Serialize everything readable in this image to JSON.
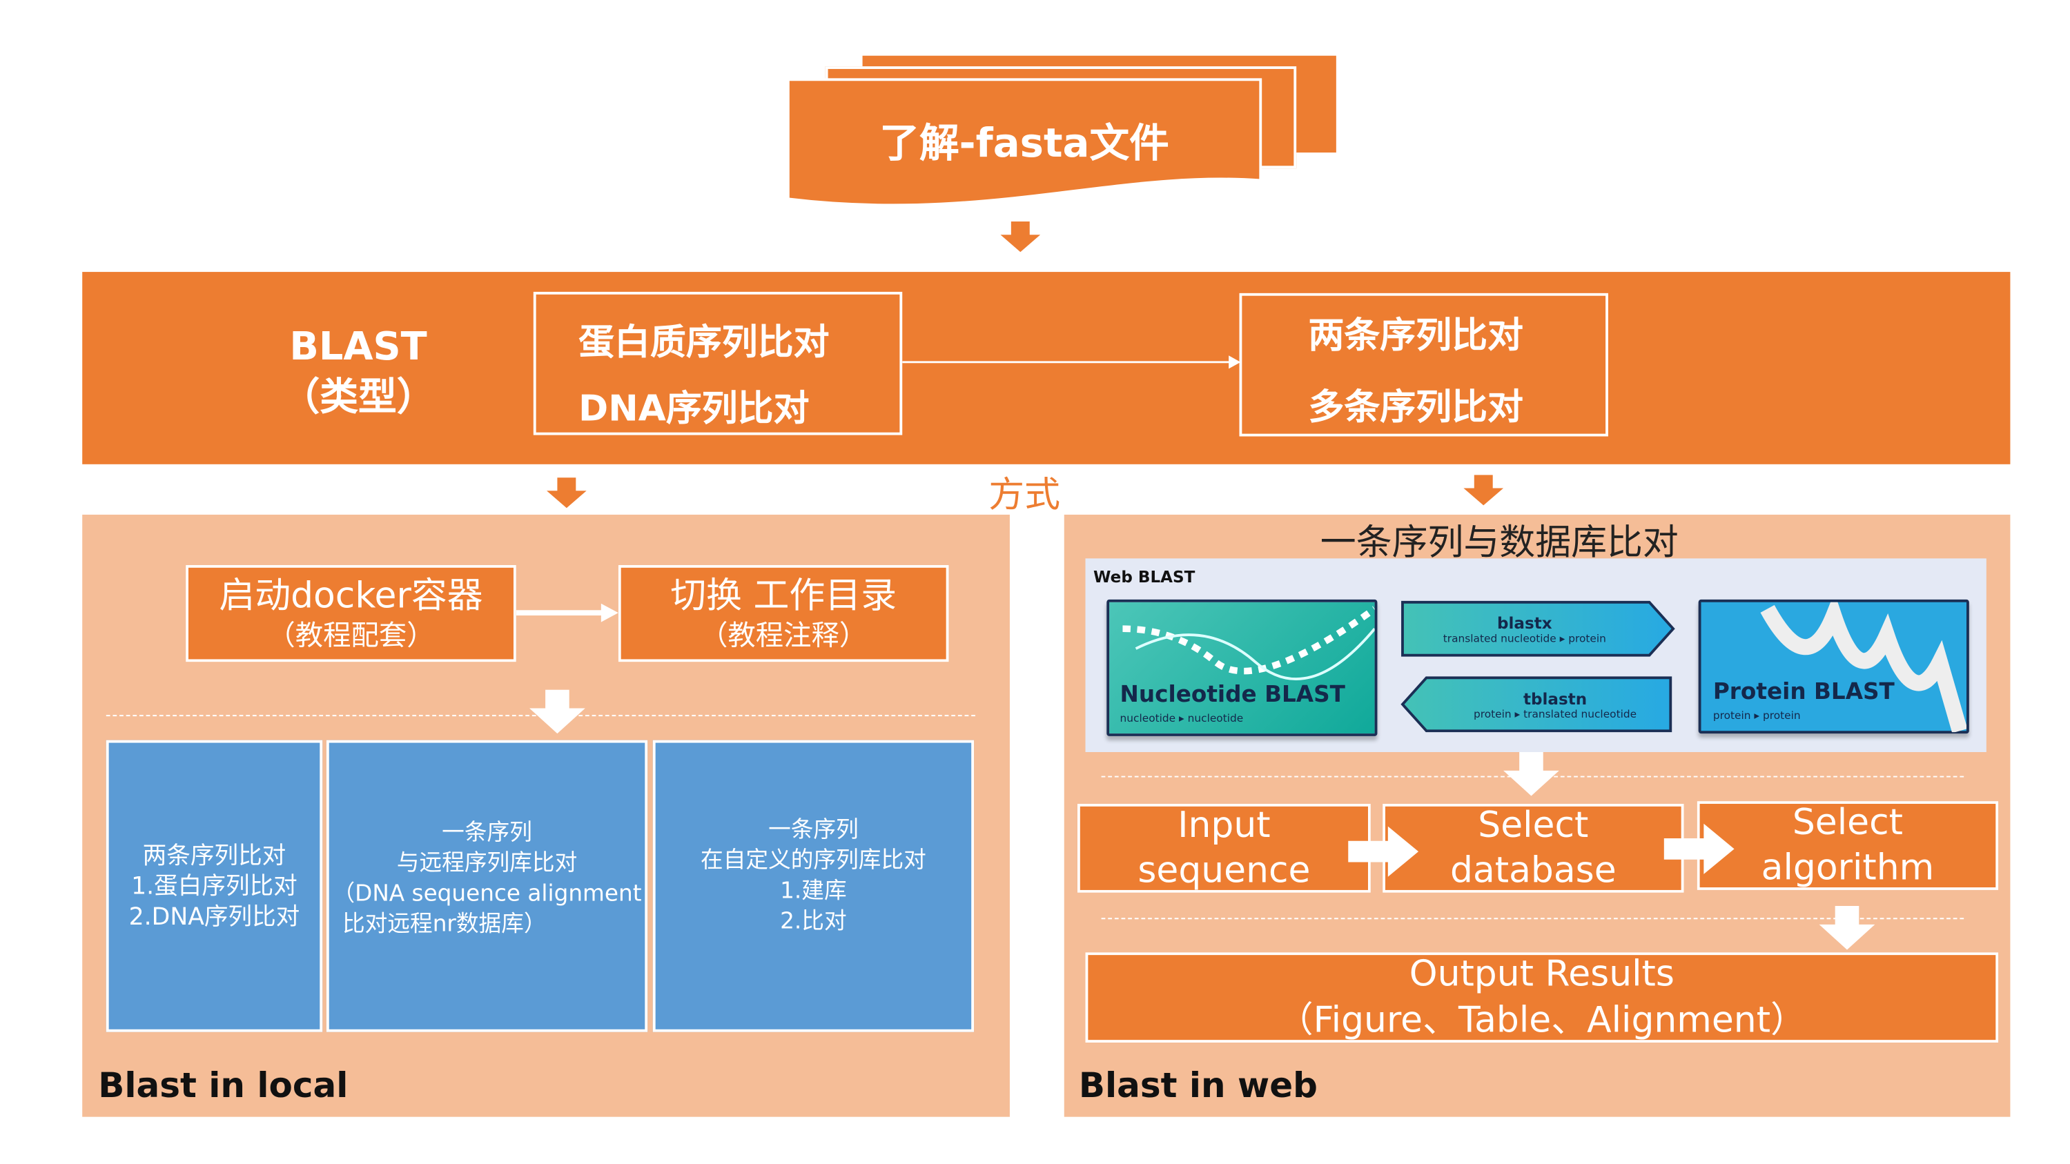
{
  "top": {
    "title": "了解-fasta文件"
  },
  "blast_band": {
    "label_line1": "BLAST",
    "label_line2": "（类型）",
    "box1": [
      "蛋白质序列比对",
      "DNA序列比对"
    ],
    "box2": [
      "两条序列比对",
      "多条序列比对"
    ]
  },
  "method_label": "方式",
  "local": {
    "step1": {
      "title": "启动docker容器",
      "sub": "（教程配套）"
    },
    "step2": {
      "title": "切换 工作目录",
      "sub": "（教程注释）"
    },
    "cards": [
      [
        "两条序列比对",
        "1.蛋白序列比对",
        "2.DNA序列比对"
      ],
      [
        "一条序列",
        "与远程序列库比对",
        "（DNA sequence alignment",
        "比对远程nr数据库）"
      ],
      [
        "一条序列",
        "在自定义的序列库比对",
        "1.建库",
        "2.比对"
      ]
    ],
    "footer": "Blast in local"
  },
  "web": {
    "heading": "一条序列与数据库比对",
    "web_blast": {
      "title": "Web BLAST",
      "nucleotide": {
        "name": "Nucleotide BLAST",
        "sub": "nucleotide ▸ nucleotide"
      },
      "blastx": {
        "name": "blastx",
        "sub": "translated nucleotide ▸ protein"
      },
      "tblastn": {
        "name": "tblastn",
        "sub": "protein ▸ translated nucleotide"
      },
      "protein": {
        "name": "Protein BLAST",
        "sub": "protein ▸ protein"
      }
    },
    "steps": [
      [
        "Input",
        "sequence"
      ],
      [
        "Select",
        "database"
      ],
      [
        "Select",
        "algorithm"
      ]
    ],
    "output": [
      "Output Results",
      "（Figure、Table、Alignment）"
    ],
    "footer": "Blast in web"
  },
  "colors": {
    "orange": "#ED7D31",
    "panel": "#F5BD97",
    "blue": "#5B9BD5",
    "webbg": "#E4E9F5"
  }
}
